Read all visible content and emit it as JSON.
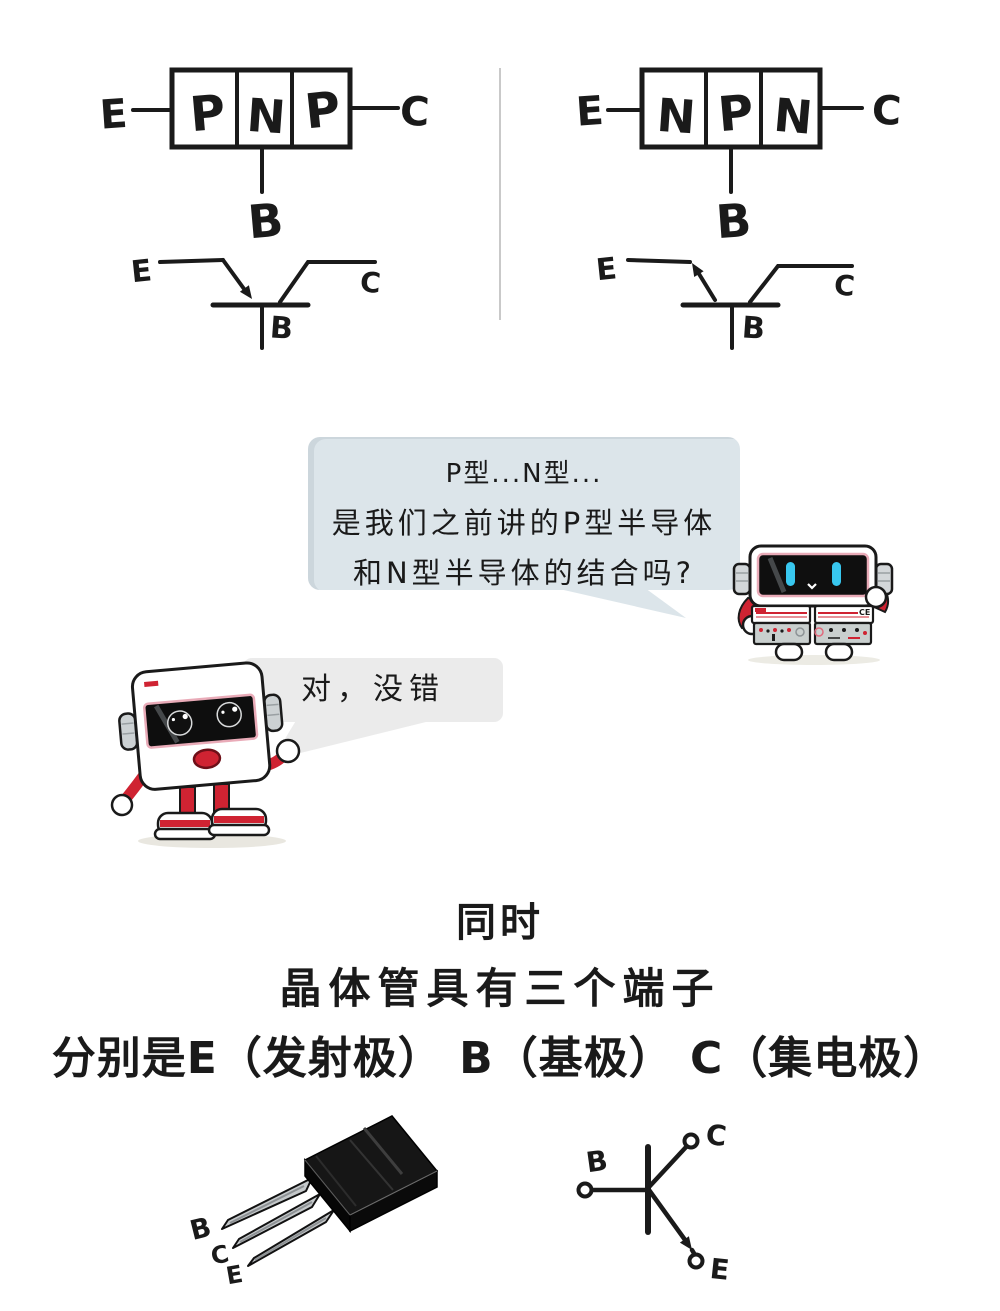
{
  "colors": {
    "ink": "#1a1a1a",
    "bubble_question": "#dce5ea",
    "bubble_answer": "#ebebeb",
    "robot_red": "#cf2332",
    "eye_cyan": "#38c7ef",
    "screen_black": "#0f0f0f"
  },
  "pnp": {
    "emitter": "E",
    "collector": "C",
    "base": "B",
    "regions": [
      "P",
      "N",
      "P"
    ],
    "sym": {
      "e": "E",
      "c": "C",
      "b": "B"
    }
  },
  "npn": {
    "emitter": "E",
    "collector": "C",
    "base": "B",
    "regions": [
      "N",
      "P",
      "N"
    ],
    "sym": {
      "e": "E",
      "c": "C",
      "b": "B"
    }
  },
  "dialog": {
    "question": {
      "line1": "P型...N型...",
      "line2": "是我们之前讲的P型半导体",
      "line3": "和N型半导体的结合吗?"
    },
    "answer": {
      "text": "对，没错"
    },
    "robot_badge_ce": "CE"
  },
  "caption": {
    "line1": "同时",
    "line2": "晶体管具有三个端子",
    "line3": "分别是E（发射极） B（基极） C（集电极）"
  },
  "package_fig": {
    "pin_b": "B",
    "pin_c": "C",
    "pin_e": "E"
  },
  "symbol_fig": {
    "b": "B",
    "c": "C",
    "e": "E"
  }
}
